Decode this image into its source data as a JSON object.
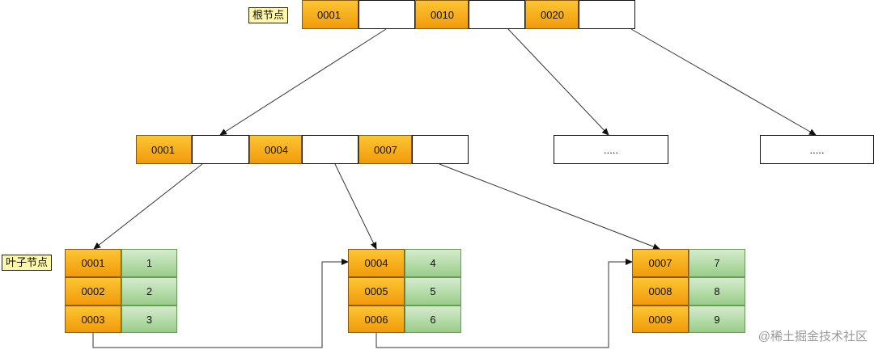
{
  "labels": {
    "root": "根节点",
    "leaf": "叶子节点"
  },
  "root_node": {
    "keys": [
      "0001",
      "0010",
      "0020"
    ]
  },
  "internal_node": {
    "keys": [
      "0001",
      "0004",
      "0007"
    ]
  },
  "placeholders": [
    ".....",
    "....."
  ],
  "leaves": [
    {
      "rows": [
        {
          "key": "0001",
          "value": "1"
        },
        {
          "key": "0002",
          "value": "2"
        },
        {
          "key": "0003",
          "value": "3"
        }
      ]
    },
    {
      "rows": [
        {
          "key": "0004",
          "value": "4"
        },
        {
          "key": "0005",
          "value": "5"
        },
        {
          "key": "0006",
          "value": "6"
        }
      ]
    },
    {
      "rows": [
        {
          "key": "0007",
          "value": "7"
        },
        {
          "key": "0008",
          "value": "8"
        },
        {
          "key": "0009",
          "value": "9"
        }
      ]
    }
  ],
  "watermark": "@稀土掘金技术社区",
  "colors": {
    "key_fill": "#f7b325",
    "value_fill": "#b6dca8",
    "label_fill": "#fdf7a8"
  }
}
